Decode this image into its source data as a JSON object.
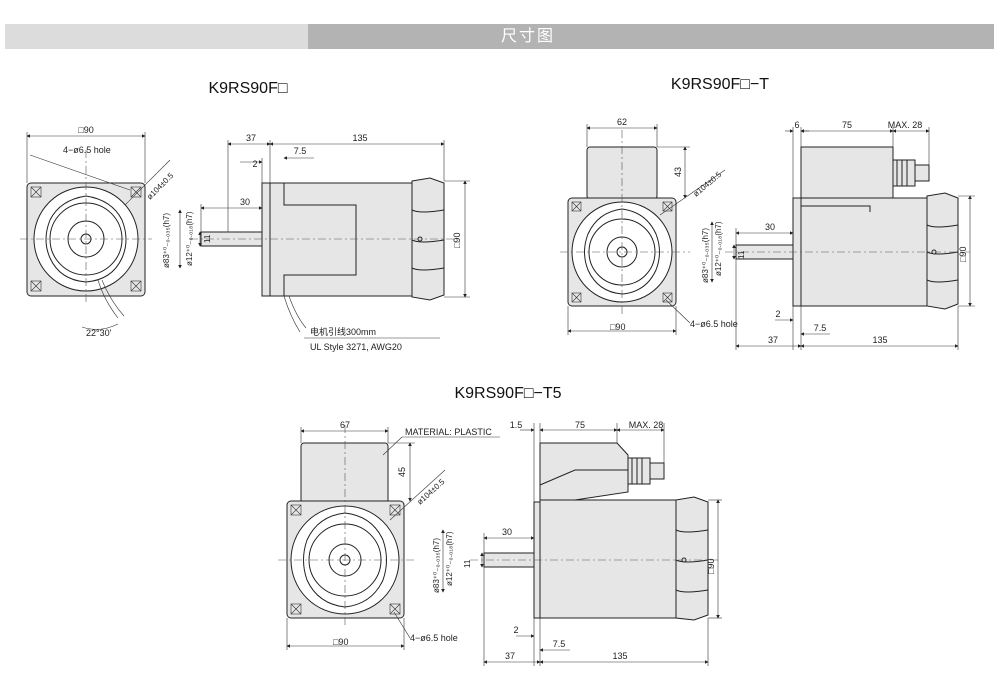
{
  "header": {
    "title": "尺寸图"
  },
  "models": {
    "basic": "K9RS90F□",
    "terminal": "K9RS90F□−T",
    "terminal_t5": "K9RS90F□−T5"
  },
  "dims": {
    "sq90": "□90",
    "hole": "4−ø6.5 hole",
    "pcd": "ø104±0.5",
    "d37": "37",
    "d135": "135",
    "d2": "2",
    "d7_5": "7.5",
    "d30": "30",
    "d62": "62",
    "d43": "43",
    "d6": "6",
    "d75": "75",
    "max28": "MAX. 28",
    "d67": "67",
    "d45": "45",
    "d1_5": "1.5",
    "angle": "22°30'",
    "d83": "ø83⁺⁰₋₀.₀₃₅(h7)",
    "d12": "ø12⁺⁰₋₀.₀₁₈(h7)",
    "d11": "11"
  },
  "notes": {
    "wire1": "电机引线300mm",
    "wire2": "UL Style 3271, AWG20",
    "material": "MATERIAL: PLASTIC"
  }
}
